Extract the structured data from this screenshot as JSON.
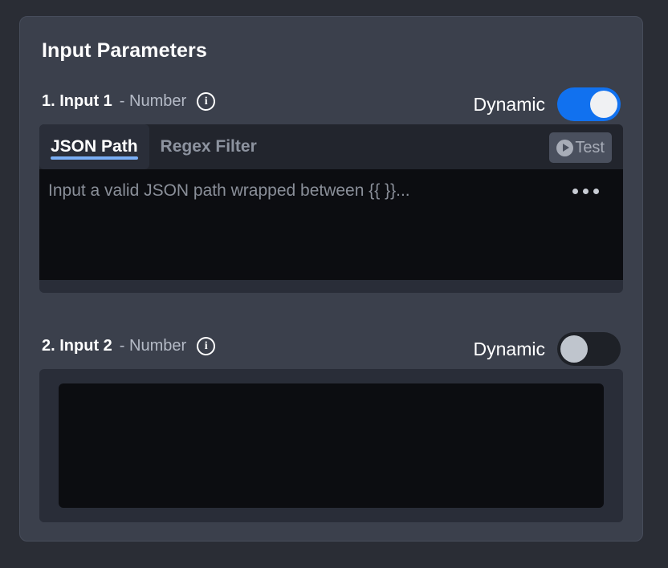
{
  "card": {
    "title": "Input Parameters"
  },
  "params": [
    {
      "index": "1. Input 1",
      "type": "- Number",
      "info_icon": "info-icon",
      "dynamic_label": "Dynamic",
      "dynamic_on": true,
      "tabs": [
        {
          "label": "JSON Path",
          "active": true
        },
        {
          "label": "Regex Filter",
          "active": false
        }
      ],
      "test_label": "Test",
      "play_icon": "play-circle-icon",
      "editor_placeholder": "Input a valid JSON path wrapped between {{ }}...",
      "editor_value": "",
      "kebab_icon": "more-options-icon"
    },
    {
      "index": "2. Input 2",
      "type": "- Number",
      "info_icon": "info-icon",
      "dynamic_label": "Dynamic",
      "dynamic_on": false,
      "editor_placeholder": "",
      "editor_value": ""
    }
  ],
  "colors": {
    "page_background": "#2a2d35",
    "card_background": "#3b404c",
    "panel_background": "#292d38",
    "editor_background": "#0c0d11",
    "toggle_on": "#1171ef",
    "toggle_off": "#1e2127",
    "tab_underline": "#7aaef5",
    "test_button": "#4a505e",
    "muted_text": "#8d939f"
  }
}
